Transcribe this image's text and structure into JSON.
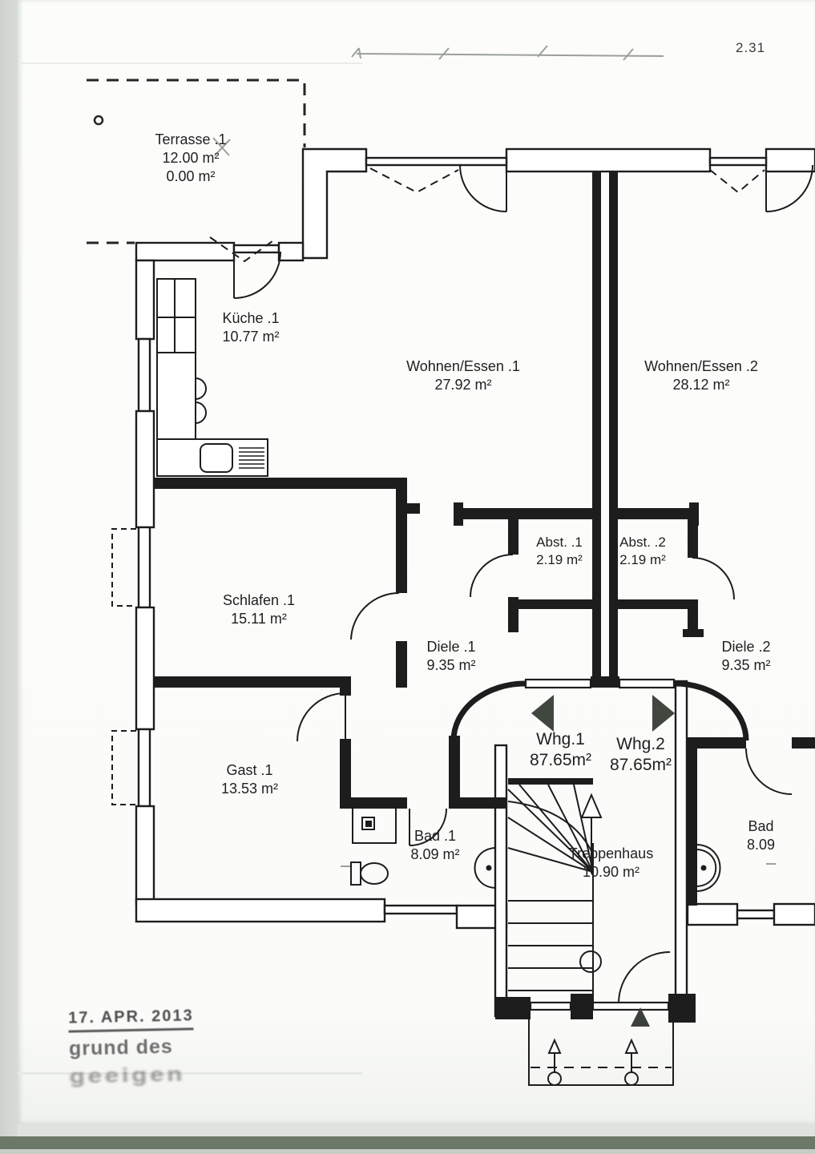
{
  "sheet": {
    "number": "2.31"
  },
  "rooms": {
    "terrasse": {
      "name": "Terrasse .1",
      "area1": "12.00 m²",
      "area2": "0.00 m²"
    },
    "kueche": {
      "name": "Küche .1",
      "area": "10.77 m²"
    },
    "wohnen1": {
      "name": "Wohnen/Essen .1",
      "area": "27.92 m²"
    },
    "wohnen2": {
      "name": "Wohnen/Essen .2",
      "area": "28.12 m²"
    },
    "abst1": {
      "name": "Abst. .1",
      "area": "2.19 m²"
    },
    "abst2": {
      "name": "Abst. .2",
      "area": "2.19 m²"
    },
    "schlafen": {
      "name": "Schlafen .1",
      "area": "15.11 m²"
    },
    "diele1": {
      "name": "Diele .1",
      "area": "9.35 m²"
    },
    "diele2": {
      "name": "Diele .2",
      "area": "9.35 m²"
    },
    "gast": {
      "name": "Gast .1",
      "area": "13.53 m²"
    },
    "bad1": {
      "name": "Bad .1",
      "area": "8.09 m²"
    },
    "bad2": {
      "name": "Bad",
      "area": "8.09"
    },
    "treppenhaus": {
      "name": "Treppenhaus",
      "area": "10.90 m²"
    }
  },
  "apartments": {
    "whg1": {
      "name": "Whg.1",
      "area": "87.65m²"
    },
    "whg2": {
      "name": "Whg.2",
      "area": "87.65m²"
    }
  },
  "stamp": {
    "line1": "17. APR. 2013",
    "line2": "grund des",
    "line3": "geeigen"
  }
}
